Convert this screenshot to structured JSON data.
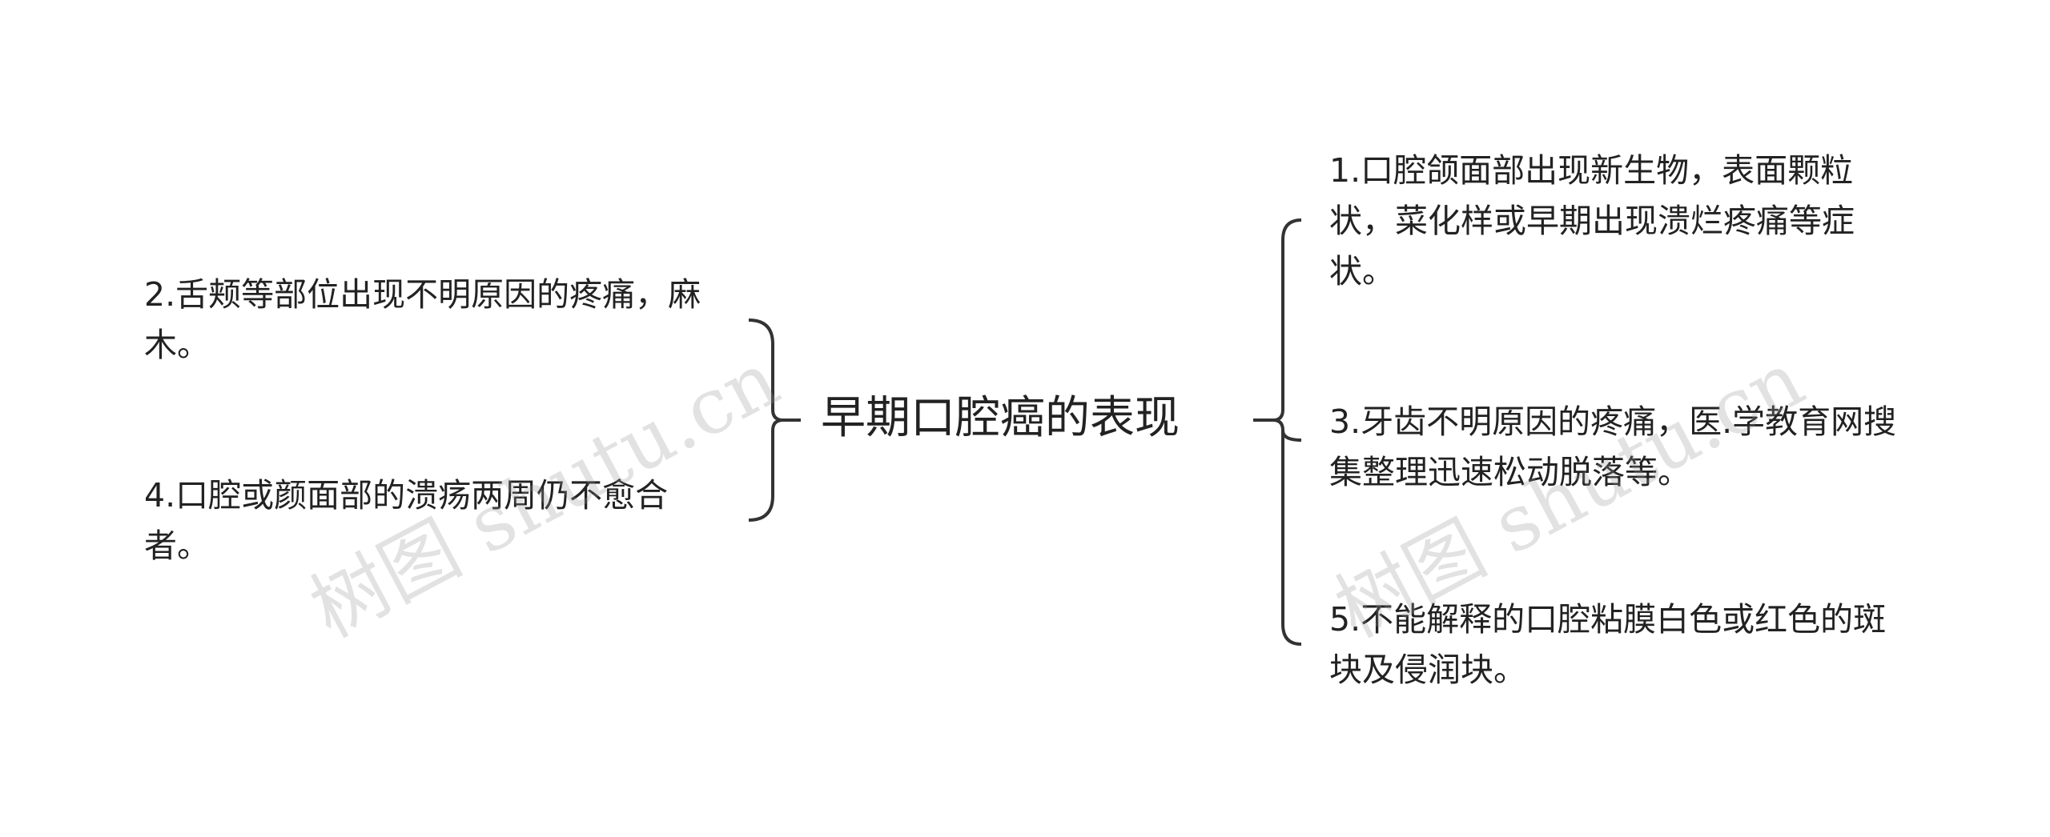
{
  "mindmap": {
    "root": "早期口腔癌的表现",
    "left": [
      {
        "id": "n2",
        "text": "2.舌颊等部位出现不明原因的疼痛，麻木。"
      },
      {
        "id": "n4",
        "text": "4.口腔或颜面部的溃疡两周仍不愈合者。"
      }
    ],
    "right": [
      {
        "id": "n1",
        "text": "1.口腔颌面部出现新生物，表面颗粒状，菜化样或早期出现溃烂疼痛等症状。"
      },
      {
        "id": "n3",
        "text": "3.牙齿不明原因的疼痛，医.学教育网搜集整理迅速松动脱落等。"
      },
      {
        "id": "n5",
        "text": "5.不能解释的口腔粘膜白色或红色的斑块及侵润块。"
      }
    ]
  },
  "watermark": {
    "text": "树图 shutu.cn"
  },
  "colors": {
    "line": "#333333",
    "text": "#222222",
    "watermark": "#9a9a9a"
  }
}
